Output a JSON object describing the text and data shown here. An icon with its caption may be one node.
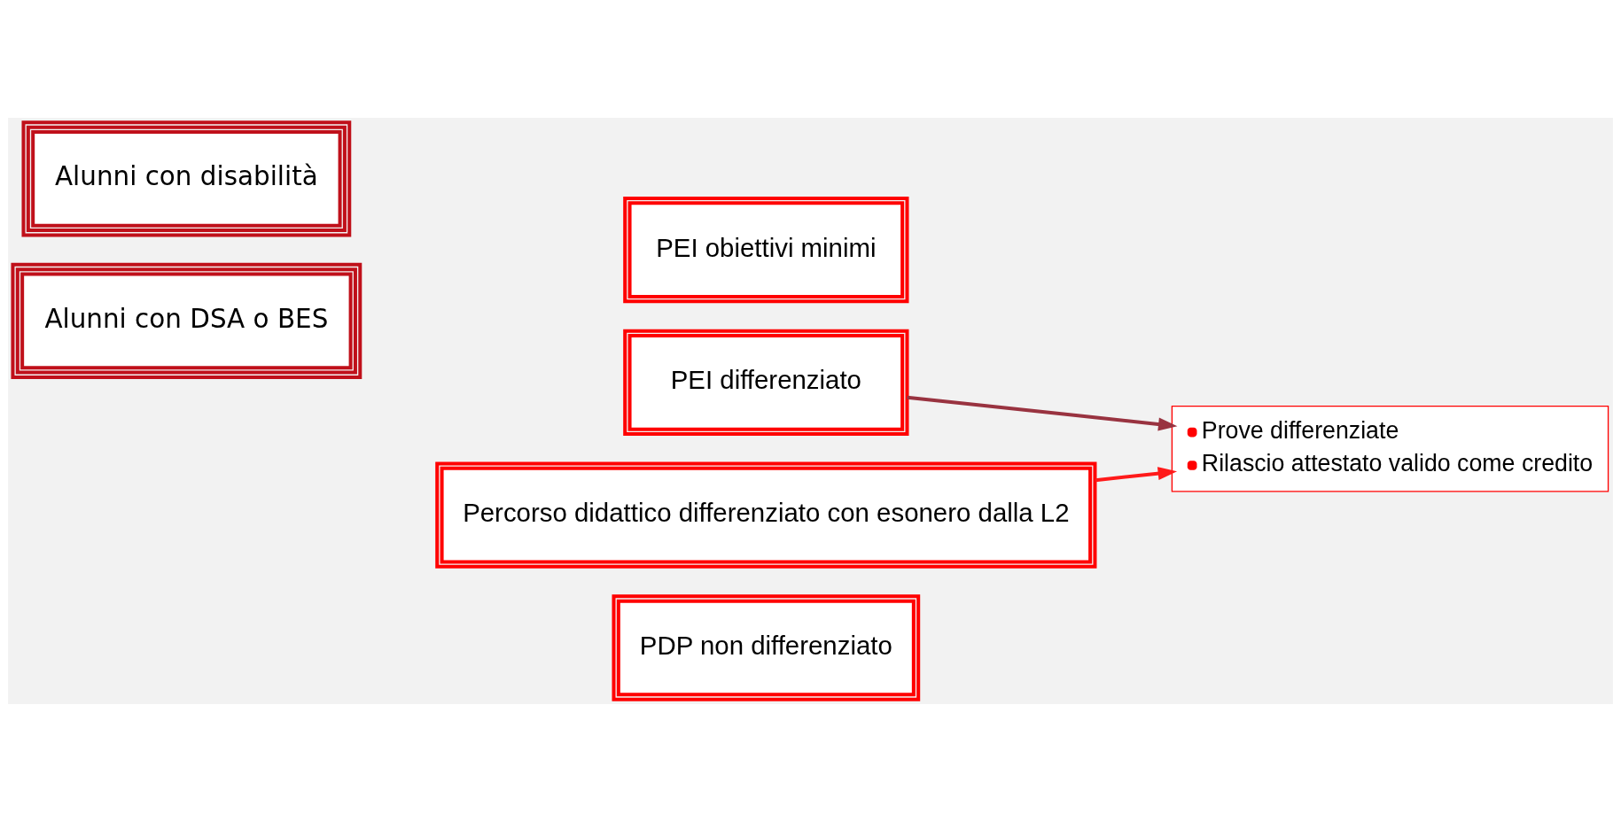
{
  "diagram": {
    "nodes": [
      {
        "text": [
          "Alunni con disabilità"
        ]
      },
      {
        "text": [
          "PEI obiettivi minimi"
        ]
      },
      {
        "text": [
          "PEI differenziato"
        ]
      },
      {
        "text": [
          "Alunni con DSA o BES"
        ]
      },
      {
        "text": [
          "Percorso didattico differenziato con esonero dalla L2"
        ]
      },
      {
        "text": [
          "PDP non differenziato"
        ]
      },
      {
        "text": [
          "Prove differenziate",
          "Rilascio attestato valido come credito"
        ]
      }
    ],
    "edges": [
      {
        "from": 2,
        "to": 6,
        "arrow": "to",
        "color": "#993340"
      },
      {
        "from": 4,
        "to": 6,
        "arrow": "to",
        "color": "#ff1a1a"
      }
    ]
  }
}
